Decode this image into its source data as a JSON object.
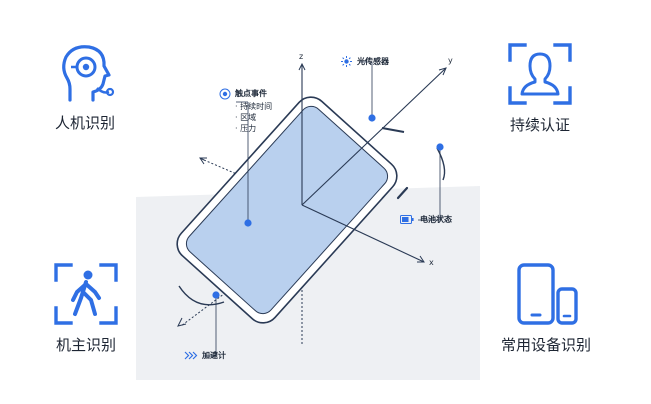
{
  "features": {
    "human": {
      "label": "人机识别",
      "icon": "human-machine-head-icon"
    },
    "auth": {
      "label": "持续认证",
      "icon": "face-scan-icon"
    },
    "gait": {
      "label": "机主识别",
      "icon": "walking-person-scan-icon"
    },
    "device": {
      "label": "常用设备识别",
      "icon": "phone-tablet-icon"
    }
  },
  "diagram": {
    "axes": {
      "x": "x",
      "y": "y",
      "z": "z"
    },
    "light_sensor": "光传感器",
    "touch": {
      "title": "触点事件",
      "items": [
        "· 持续时间",
        "· 区域",
        "· 压力"
      ]
    },
    "battery": "电池状态",
    "accelerometer": "加速计",
    "colors": {
      "accent": "#2f6fe4",
      "phone_screen": "#b9d0ee",
      "phone_outline": "#2a3a55",
      "floor": "#eef0f3"
    }
  }
}
